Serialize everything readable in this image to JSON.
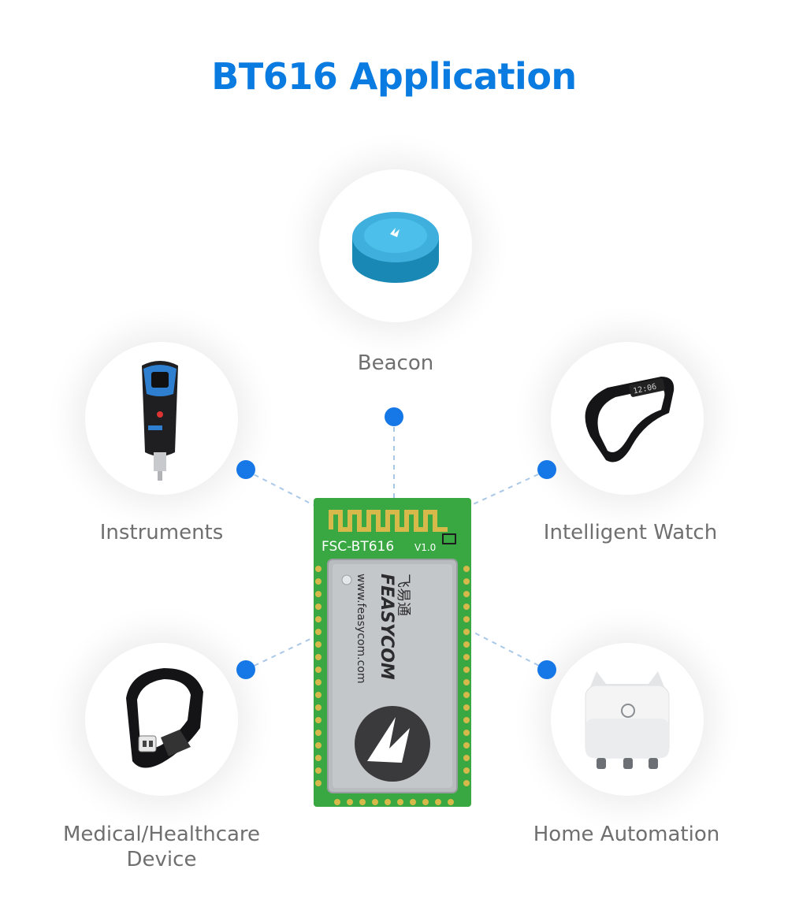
{
  "title": "BT616 Application",
  "colors": {
    "title": "#0a7be0",
    "dot": "#1677e6",
    "connector": "#a9c8e8",
    "pcb": "#3aa842",
    "shield": "#b8bcbf",
    "antenna": "#d7b84a"
  },
  "applications": [
    {
      "label": "Beacon",
      "icon": "beacon-icon"
    },
    {
      "label": "Instruments",
      "icon": "car-charger-icon"
    },
    {
      "label": "Intelligent Watch",
      "icon": "smart-band-icon"
    },
    {
      "label": "Medical/Healthcare",
      "label_line2": "Device",
      "icon": "health-band-icon"
    },
    {
      "label": "Home Automation",
      "icon": "smart-speaker-icon"
    }
  ],
  "module": {
    "model": "FSC-BT616",
    "version": "V1.0",
    "brand": "FEASYCOM",
    "brand_cn": "飞易通",
    "url": "www.feasycom.com"
  }
}
